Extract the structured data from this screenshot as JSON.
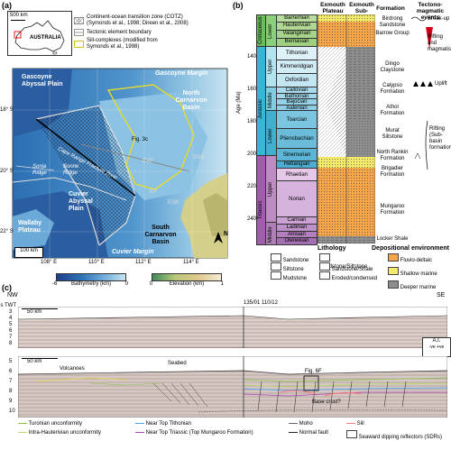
{
  "panels": {
    "a": "(a)",
    "b": "(b)",
    "c": "(c)"
  },
  "inset": {
    "scale": "500 km",
    "country": "AUSTRALIA"
  },
  "legend_a": [
    {
      "label": "Continent-ocean transition zone (COTZ)",
      "sub": "(Symonds et al., 1998; Direen et al., 2008)",
      "pattern": "crosshatch"
    },
    {
      "label": "Tectonic element boundary",
      "sub": "",
      "pattern": "line"
    },
    {
      "label": "Sill-complexes (modified from",
      "sub": "Symonds et al., 1998)",
      "pattern": "yellow"
    }
  ],
  "map_labels": {
    "gascoyne_plain": "Gascoyne Abyssal Plain",
    "gascoyne_margin": "Gascoyne Margin",
    "north_carnarvon": "North Carnarvon Basin",
    "cape_range": "Cape Range Fracture Zone",
    "sonja": "Sonja Ridge",
    "sonne": "Sonne Ridge",
    "cuvier_plain": "Cuvier Abyssal Plain",
    "wallaby": "Wallaby Plateau",
    "cuvier_margin": "Cuvier Margin",
    "south_carnarvon": "South Carnarvon Basin",
    "fig3c": "Fig. 3c",
    "exp": "EXP",
    "dsb": "DSB",
    "esb": "ESB",
    "ep": "EP",
    "scale": "100 km",
    "north": "N",
    "lat": [
      "18° S",
      "20° S",
      "22° S"
    ],
    "lon": [
      "108° E",
      "110° E",
      "112° E",
      "114° E"
    ]
  },
  "colorbars": {
    "bathymetry": {
      "title": "Bathymetry (km)",
      "min": "-6",
      "max": "0"
    },
    "elevation": {
      "title": "Elevation (km)",
      "min": "0",
      "max": "1"
    }
  },
  "strat": {
    "header_exmouth_plateau": "Exmouth Plateau",
    "header_subbasin": "Exmouth Sub-basin",
    "header_formation": "Formation",
    "header_events": "Tectono-magmatic events",
    "axis_label": "Age (Ma)",
    "ages": [
      "140",
      "160",
      "180",
      "200",
      "220",
      "240"
    ],
    "systems": [
      "Cretaceous",
      "Jurassic",
      "Triassic"
    ],
    "series": [
      "Lower",
      "Upper",
      "Middle",
      "Lower",
      "Upper",
      "Middle"
    ],
    "stages": [
      "Barremian",
      "Hauterivian",
      "Valanginian",
      "Berriasian",
      "Tithonian",
      "Kimmeridgian",
      "Oxfordian",
      "Callovian",
      "Bathonian",
      "Bajocian",
      "Aalenian",
      "Toarcian",
      "Pliensbachian",
      "Sinemurian",
      "Hettangian",
      "Rhaetian",
      "Norian",
      "Carnian",
      "Ladinian",
      "Anisian",
      "Olenekian"
    ],
    "formations": [
      "Birdrong Sandstone",
      "Barrow Group",
      "Dingo Claystone",
      "Calypso Formation",
      "Athol Formation",
      "Murat Siltstone",
      "North Rankin Formation",
      "Brigadier Formation",
      "Mungaroo Formation",
      "Locker Shale"
    ],
    "events": [
      "Break-up",
      "Rifting and magmatism",
      "Uplift",
      "Rifting (Sub-basin formation)"
    ],
    "lithology_title": "Lithology",
    "lithology": [
      "Sandstone",
      "Siltstone",
      "Mudstone",
      "Sandstone/Siltstone",
      "Sandstone/Shale",
      "Eroded/condensed"
    ],
    "depo_title": "Depositional environment",
    "depo": [
      {
        "label": "Fluvio-deltaic",
        "color": "#f5a54a"
      },
      {
        "label": "Shallow marine",
        "color": "#f3e96a"
      },
      {
        "label": "Deeper marine",
        "color": "#8d8d8d"
      }
    ]
  },
  "section": {
    "nw": "NW",
    "se": "SE",
    "twt_label": "s TWT",
    "depth_ticks_top": [
      "3",
      "4",
      "5",
      "6",
      "7",
      "8"
    ],
    "depth_ticks_bot": [
      "5",
      "6",
      "7",
      "8",
      "9",
      "10"
    ],
    "scale": "50 km",
    "line1": "135/01",
    "line2": "110/12",
    "ai": "A.I.",
    "ai_sub": "-ve +ve",
    "volcanoes": "Volcanoes",
    "seabed": "Seabed",
    "fig6f": "Fig. 6F",
    "basecrust": "Base crust?",
    "legend": [
      "Turonian unconformity",
      "Intra-Hauterivian unconformity",
      "Near Top Tithonian",
      "Near Top Triassic (Top Mungaroo Formation)",
      "Moho",
      "Normal fault",
      "Sill",
      "Seaward dipping reflectors (SDRs)"
    ]
  }
}
